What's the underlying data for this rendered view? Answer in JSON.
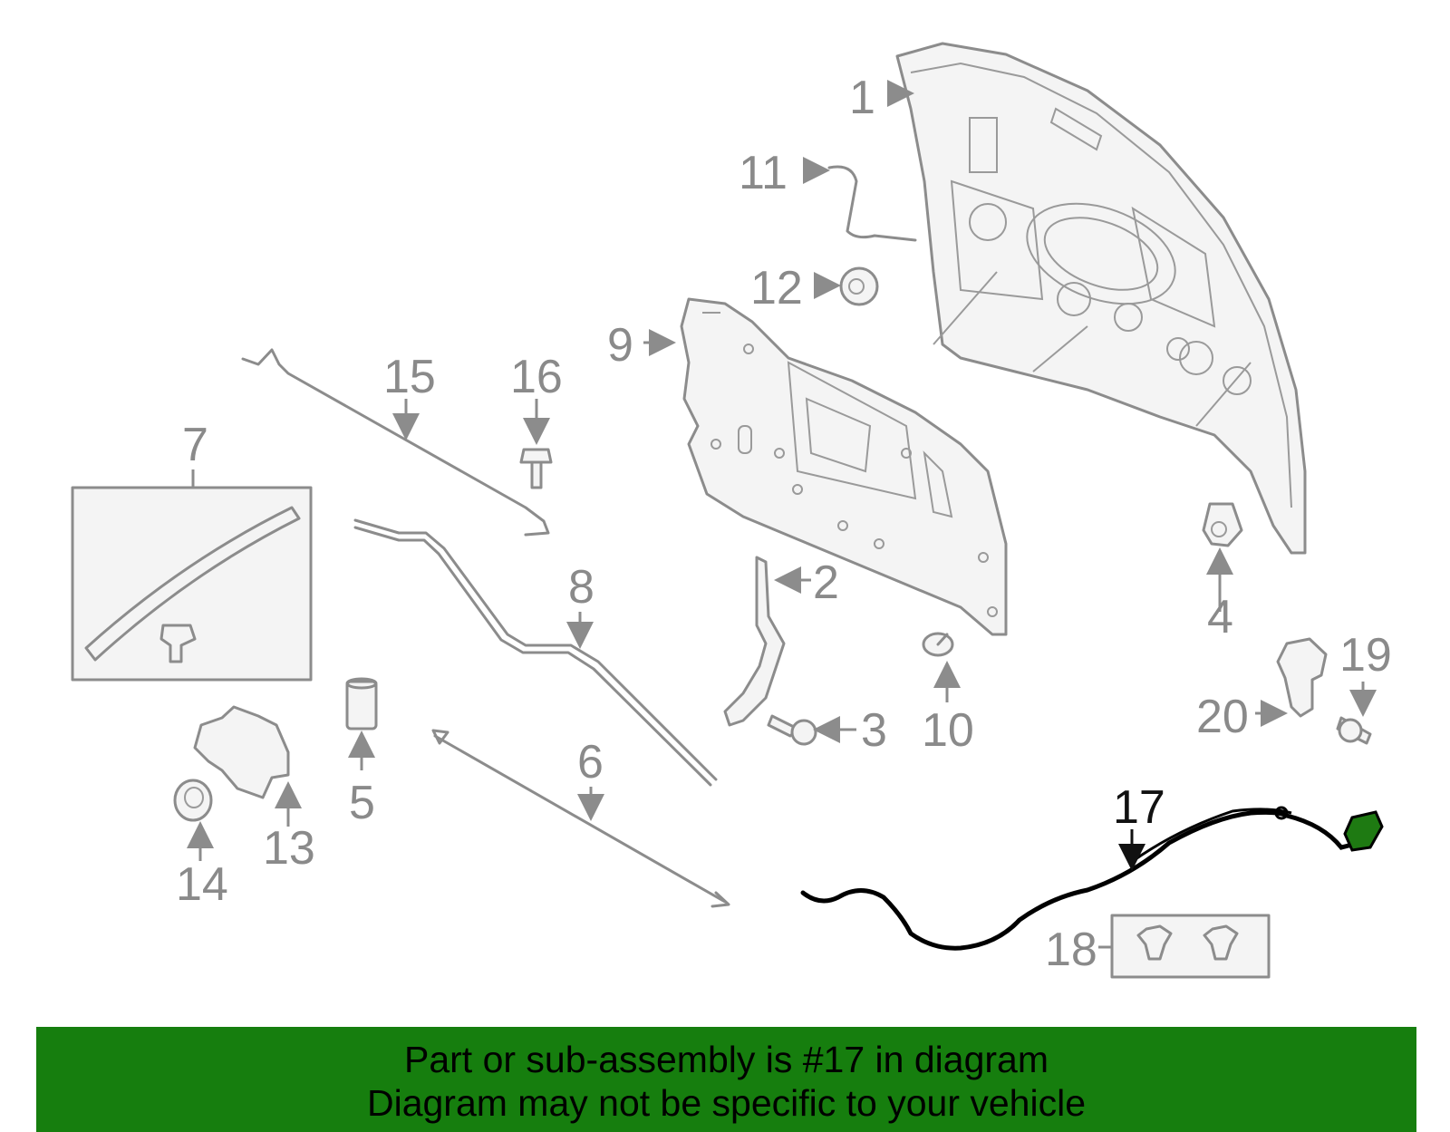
{
  "callouts": {
    "c1": "1",
    "c2": "2",
    "c3": "3",
    "c4": "4",
    "c5": "5",
    "c6": "6",
    "c7": "7",
    "c8": "8",
    "c9": "9",
    "c10": "10",
    "c11": "11",
    "c12": "12",
    "c13": "13",
    "c14": "14",
    "c15": "15",
    "c16": "16",
    "c17": "17",
    "c18": "18",
    "c19": "19",
    "c20": "20"
  },
  "highlighted_part": "17",
  "colors": {
    "banner": "#167e0e",
    "highlight": "#1e7a12",
    "line_gray": "#8c8c8c"
  },
  "banner": {
    "line1": "Part or sub-assembly is #17 in diagram",
    "line2": "Diagram may not be specific to your vehicle"
  }
}
